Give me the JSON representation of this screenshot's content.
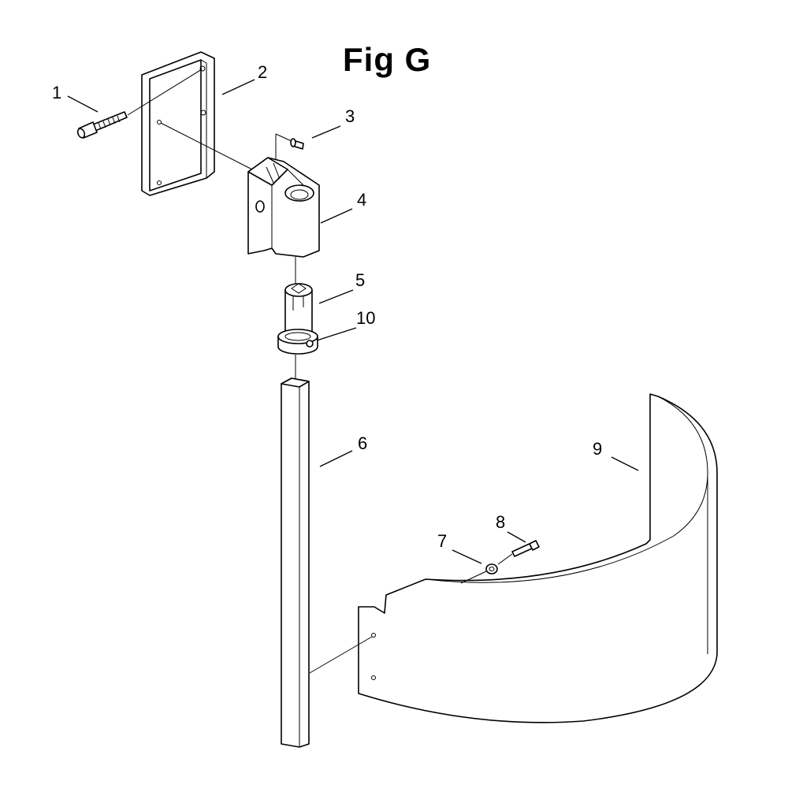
{
  "title": "Fig G",
  "labels": {
    "p1": "1",
    "p2": "2",
    "p3": "3",
    "p4": "4",
    "p5": "5",
    "p6": "6",
    "p7": "7",
    "p8": "8",
    "p9": "9",
    "p10": "10"
  }
}
